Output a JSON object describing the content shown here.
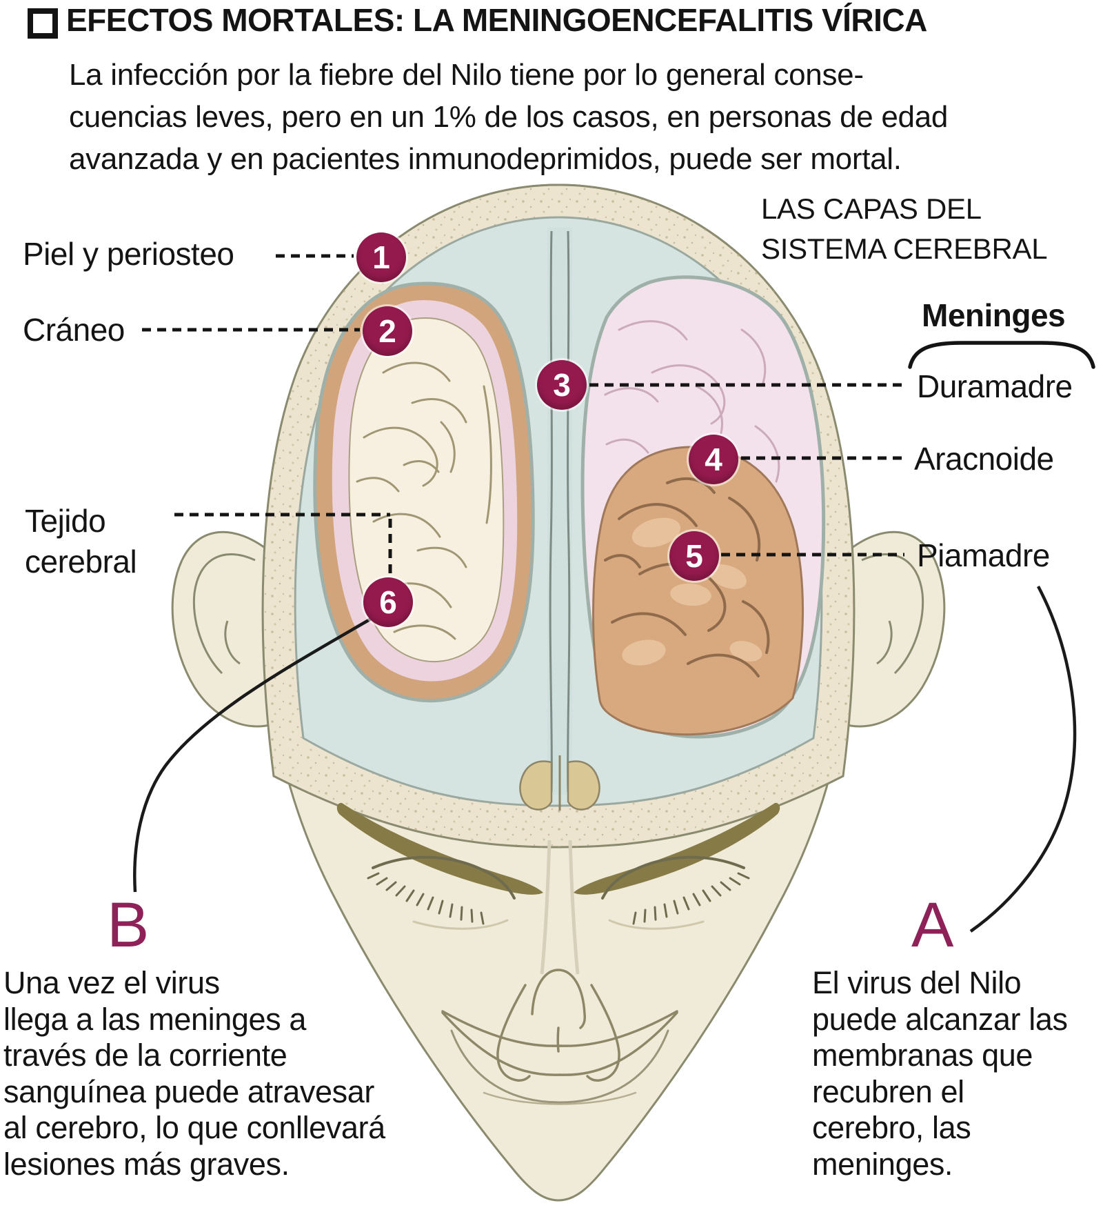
{
  "header": {
    "bullet_icon": "empty-square",
    "title": "EFECTOS MORTALES: LA MENINGOENCEFALITIS VÍRICA"
  },
  "intro": {
    "lines": [
      "La infección por la fiebre del Nilo tiene por lo general conse-",
      "cuencias leves, pero en un 1% de los casos, en personas de edad",
      "avanzada y en pacientes inmunodeprimidos, puede ser mortal."
    ]
  },
  "diagram": {
    "heading": {
      "lines": [
        "LAS CAPAS DEL",
        "SISTEMA CEREBRAL"
      ]
    },
    "meninges_label": "Meninges",
    "labels": {
      "piel": "Piel y periosteo",
      "craneo": "Cráneo",
      "tejido": {
        "lines": [
          "Tejido",
          "cerebral"
        ]
      },
      "duramadre": "Duramadre",
      "aracnoide": "Aracnoide",
      "piamadre": "Piamadre"
    },
    "markers": {
      "m1": "1",
      "m2": "2",
      "m3": "3",
      "m4": "4",
      "m5": "5",
      "m6": "6"
    }
  },
  "notes": {
    "b": {
      "letter": "B",
      "lines": [
        "Una vez el virus",
        "llega a las meninges a",
        "través de la corriente",
        "sanguínea puede atravesar",
        "al cerebro, lo que conllevará",
        "lesiones más graves."
      ]
    },
    "a": {
      "letter": "A",
      "lines": [
        "El virus del Nilo",
        "puede alcanzar las",
        "membranas que",
        "recubren el",
        "cerebro, las",
        "meninges."
      ]
    }
  },
  "colors": {
    "marker": "#941a4d",
    "note_letter": "#8e2158",
    "text": "#141414",
    "skin": "#f0ead9",
    "outline": "#8a8a6f",
    "bone": "#ece4cf",
    "csf_blue": "#d5e4e1",
    "meninges_pink": "#f3e1eb",
    "dura_tan": "#d2a47c",
    "membrane_pink": "#ecd3de",
    "brain_cream": "#f7f0e0",
    "brain_tan": "#d8a87e"
  }
}
